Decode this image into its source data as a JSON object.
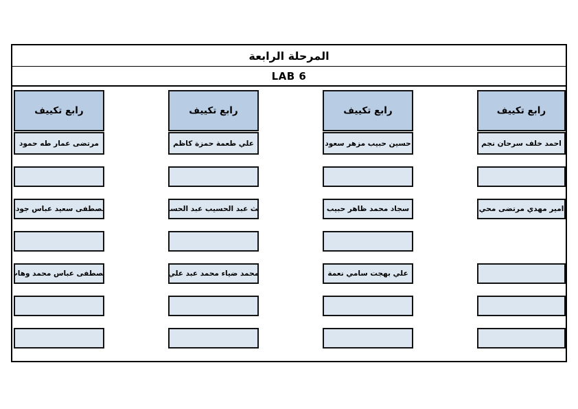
{
  "table": {
    "title": "المرحلة الرابعة",
    "lab_label": "LAB 6"
  },
  "colors": {
    "header_fill": "#b8cce4",
    "cell_fill": "#dce6f1",
    "border": "#000000",
    "page_background": "#ffffff"
  },
  "columns_right_to_left": [
    {
      "header": "رابع تكييف",
      "slots": [
        {
          "text": "احمد خلف سرحان نجم",
          "hidden": false
        },
        {
          "text": "",
          "hidden": false
        },
        {
          "text": "امير مهدي مرتضى محي",
          "hidden": false
        },
        {
          "text": "",
          "hidden": true
        },
        {
          "text": "",
          "hidden": false
        },
        {
          "text": "",
          "hidden": false
        },
        {
          "text": "",
          "hidden": false
        }
      ]
    },
    {
      "header": "رابع تكييف",
      "slots": [
        {
          "text": "حسين حبيب مزهر سعود",
          "hidden": false
        },
        {
          "text": "",
          "hidden": false
        },
        {
          "text": "سجاد محمد ظاهر حبيب",
          "hidden": false
        },
        {
          "text": "",
          "hidden": false
        },
        {
          "text": "علي بهجت سامي نعمة",
          "hidden": false
        },
        {
          "text": "",
          "hidden": false
        },
        {
          "text": "",
          "hidden": false
        }
      ]
    },
    {
      "header": "رابع تكييف",
      "slots": [
        {
          "text": "علي طعمة حمزة كاظم",
          "hidden": false
        },
        {
          "text": "",
          "hidden": false
        },
        {
          "text": "غيث عبد الحسيب عبد الحسين",
          "hidden": false
        },
        {
          "text": "",
          "hidden": false
        },
        {
          "text": "محمد ضياء محمد عبد علي",
          "hidden": false
        },
        {
          "text": "",
          "hidden": false
        },
        {
          "text": "",
          "hidden": false
        }
      ]
    },
    {
      "header": "رابع تكييف",
      "slots": [
        {
          "text": "مرتضى عمار طه حمود",
          "hidden": false
        },
        {
          "text": "",
          "hidden": false
        },
        {
          "text": "مصطفى سعيد عباس جودة",
          "hidden": false
        },
        {
          "text": "",
          "hidden": false
        },
        {
          "text": "مصطفى عباس محمد وهاب",
          "hidden": false
        },
        {
          "text": "",
          "hidden": false
        },
        {
          "text": "",
          "hidden": false
        }
      ]
    }
  ]
}
